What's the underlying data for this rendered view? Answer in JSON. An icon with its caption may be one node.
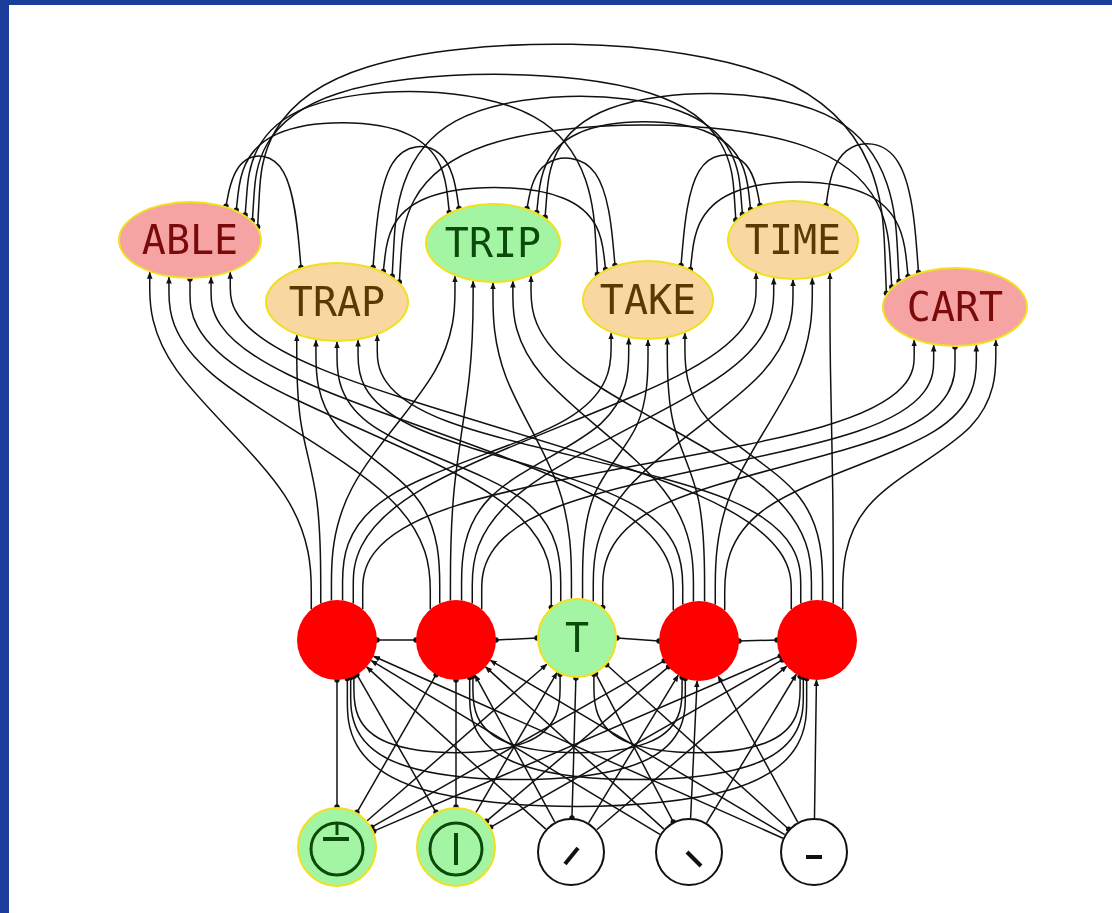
{
  "diagram": {
    "nodes": [
      {
        "text": [
          "ABLE"
        ]
      },
      {
        "text": [
          "TRAP"
        ]
      },
      {
        "text": [
          "TRIP"
        ]
      },
      {
        "text": [
          "TAKE"
        ]
      },
      {
        "text": [
          "TIME"
        ]
      },
      {
        "text": [
          "CART"
        ]
      },
      {
        "text": [],
        "shape": "circle"
      },
      {
        "text": [],
        "shape": "circle"
      },
      {
        "text": [
          "T"
        ]
      },
      {
        "text": [],
        "shape": "circle"
      },
      {
        "text": [],
        "shape": "circle"
      },
      {
        "text": [],
        "shape": "circle"
      },
      {
        "text": [],
        "shape": "circle"
      },
      {
        "text": [],
        "shape": "circle"
      },
      {
        "text": [],
        "shape": "circle"
      },
      {
        "text": [],
        "shape": "circle"
      }
    ],
    "edges": [
      {
        "from": 0,
        "to": 1,
        "arrow": "other"
      },
      {
        "from": 0,
        "to": 2,
        "arrow": "other"
      },
      {
        "from": 0,
        "to": 3,
        "arrow": "other"
      },
      {
        "from": 0,
        "to": 4,
        "arrow": "other"
      },
      {
        "from": 0,
        "to": 5,
        "arrow": "other"
      },
      {
        "from": 1,
        "to": 2,
        "arrow": "other"
      },
      {
        "from": 1,
        "to": 3,
        "arrow": "other"
      },
      {
        "from": 1,
        "to": 4,
        "arrow": "other"
      },
      {
        "from": 1,
        "to": 5,
        "arrow": "other"
      },
      {
        "from": 2,
        "to": 3,
        "arrow": "other"
      },
      {
        "from": 2,
        "to": 4,
        "arrow": "other"
      },
      {
        "from": 2,
        "to": 5,
        "arrow": "other"
      },
      {
        "from": 3,
        "to": 4,
        "arrow": "other"
      },
      {
        "from": 3,
        "to": 5,
        "arrow": "other"
      },
      {
        "from": 4,
        "to": 5,
        "arrow": "other"
      },
      {
        "from": 8,
        "to": 0,
        "arrow": "other"
      },
      {
        "from": 8,
        "to": 1,
        "arrow": "to"
      },
      {
        "from": 8,
        "to": 2,
        "arrow": "to"
      },
      {
        "from": 8,
        "to": 3,
        "arrow": "to"
      },
      {
        "from": 8,
        "to": 4,
        "arrow": "to"
      },
      {
        "from": 8,
        "to": 5,
        "arrow": "other"
      },
      {
        "from": 6,
        "to": 0,
        "arrow": "to"
      },
      {
        "from": 6,
        "to": 1,
        "arrow": "to"
      },
      {
        "from": 6,
        "to": 2,
        "arrow": "to"
      },
      {
        "from": 6,
        "to": 3,
        "arrow": "to"
      },
      {
        "from": 6,
        "to": 4,
        "arrow": "to"
      },
      {
        "from": 6,
        "to": 5,
        "arrow": "to"
      },
      {
        "from": 7,
        "to": 0,
        "arrow": "to"
      },
      {
        "from": 7,
        "to": 1,
        "arrow": "to"
      },
      {
        "from": 7,
        "to": 2,
        "arrow": "to"
      },
      {
        "from": 7,
        "to": 3,
        "arrow": "to"
      },
      {
        "from": 7,
        "to": 4,
        "arrow": "to"
      },
      {
        "from": 7,
        "to": 5,
        "arrow": "to"
      },
      {
        "from": 9,
        "to": 0,
        "arrow": "to"
      },
      {
        "from": 9,
        "to": 1,
        "arrow": "to"
      },
      {
        "from": 9,
        "to": 2,
        "arrow": "to"
      },
      {
        "from": 9,
        "to": 3,
        "arrow": "to"
      },
      {
        "from": 9,
        "to": 4,
        "arrow": "to"
      },
      {
        "from": 9,
        "to": 5,
        "arrow": "to"
      },
      {
        "from": 10,
        "to": 0,
        "arrow": "to"
      },
      {
        "from": 10,
        "to": 1,
        "arrow": "to"
      },
      {
        "from": 10,
        "to": 2,
        "arrow": "to"
      },
      {
        "from": 10,
        "to": 3,
        "arrow": "to"
      },
      {
        "from": 10,
        "to": 4,
        "arrow": "to"
      },
      {
        "from": 10,
        "to": 5,
        "arrow": "to"
      },
      {
        "from": 6,
        "to": 7,
        "arrow": "other"
      },
      {
        "from": 6,
        "to": 8,
        "arrow": "other"
      },
      {
        "from": 6,
        "to": 9,
        "arrow": "other"
      },
      {
        "from": 6,
        "to": 10,
        "arrow": "other"
      },
      {
        "from": 7,
        "to": 8,
        "arrow": "other"
      },
      {
        "from": 7,
        "to": 9,
        "arrow": "other"
      },
      {
        "from": 7,
        "to": 10,
        "arrow": "other"
      },
      {
        "from": 8,
        "to": 9,
        "arrow": "other"
      },
      {
        "from": 8,
        "to": 10,
        "arrow": "other"
      },
      {
        "from": 9,
        "to": 10,
        "arrow": "other"
      },
      {
        "from": 11,
        "to": 6,
        "arrow": "other"
      },
      {
        "from": 11,
        "to": 7,
        "arrow": "other"
      },
      {
        "from": 11,
        "to": 8,
        "arrow": "to"
      },
      {
        "from": 11,
        "to": 9,
        "arrow": "other"
      },
      {
        "from": 11,
        "to": 10,
        "arrow": "other"
      },
      {
        "from": 12,
        "to": 6,
        "arrow": "other"
      },
      {
        "from": 12,
        "to": 7,
        "arrow": "other"
      },
      {
        "from": 12,
        "to": 8,
        "arrow": "to"
      },
      {
        "from": 12,
        "to": 9,
        "arrow": "other"
      },
      {
        "from": 12,
        "to": 10,
        "arrow": "other"
      },
      {
        "from": 13,
        "to": 6,
        "arrow": "to"
      },
      {
        "from": 13,
        "to": 7,
        "arrow": "to"
      },
      {
        "from": 13,
        "to": 8,
        "arrow": "other"
      },
      {
        "from": 13,
        "to": 9,
        "arrow": "to"
      },
      {
        "from": 13,
        "to": 10,
        "arrow": "to"
      },
      {
        "from": 14,
        "to": 6,
        "arrow": "to"
      },
      {
        "from": 14,
        "to": 7,
        "arrow": "to"
      },
      {
        "from": 14,
        "to": 8,
        "arrow": "other"
      },
      {
        "from": 14,
        "to": 9,
        "arrow": "to"
      },
      {
        "from": 14,
        "to": 10,
        "arrow": "to"
      },
      {
        "from": 15,
        "to": 6,
        "arrow": "to"
      },
      {
        "from": 15,
        "to": 7,
        "arrow": "to"
      },
      {
        "from": 15,
        "to": 8,
        "arrow": "other"
      },
      {
        "from": 15,
        "to": 9,
        "arrow": "to"
      },
      {
        "from": 15,
        "to": 10,
        "arrow": "to"
      }
    ]
  }
}
